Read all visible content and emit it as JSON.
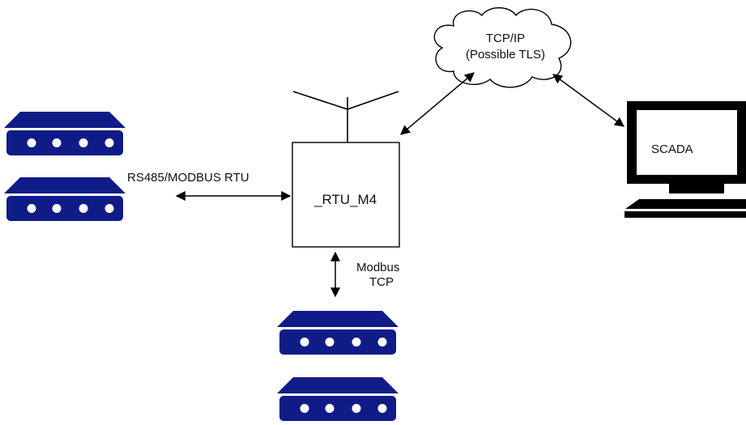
{
  "diagram": {
    "nodes": {
      "rtu": {
        "label": "_RTU_M4"
      },
      "scada": {
        "label": "SCADA"
      },
      "cloud": {
        "line1": "TCP/IP",
        "line2": "(Possible TLS)"
      }
    },
    "edges": {
      "serial": {
        "label": "RS485/MODBUS RTU"
      },
      "tcp": {
        "line1": "Modbus",
        "line2": "TCP"
      }
    },
    "colors": {
      "device": "#0f1c87",
      "line": "#000000",
      "text": "#111111"
    },
    "icons": {
      "device": "rack-server-icon",
      "computer": "monitor-icon",
      "cloud": "cloud-icon",
      "antenna": "antenna-icon"
    }
  }
}
